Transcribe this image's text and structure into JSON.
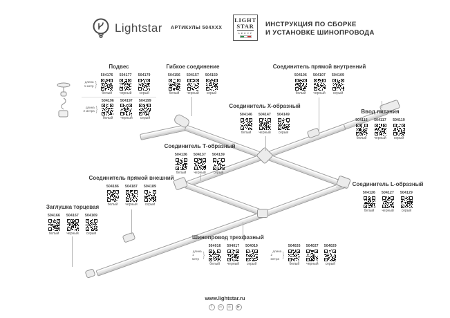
{
  "header": {
    "brand": "Lightstar",
    "articles_label": "АРТИКУЛЫ 504XXX",
    "group_logo": {
      "line1": "LIGHT",
      "line2": "STAR",
      "line3": "GROUP"
    },
    "title_line1": "ИНСТРУКЦИЯ ПО СБОРКЕ",
    "title_line2": "И УСТАНОВКЕ ШИНОПРОВОДА"
  },
  "colors": {
    "accent_text": "#3a3a3a",
    "line": "#b3b3b3"
  },
  "sections": [
    {
      "id": "podves",
      "title": "Подвес",
      "rows": [
        {
          "note": [
            "длина",
            "1 метр"
          ],
          "items": [
            {
              "article": "504176",
              "color": "белый"
            },
            {
              "article": "504177",
              "color": "черный"
            },
            {
              "article": "504179",
              "color": "серый"
            }
          ]
        },
        {
          "note": [
            "длина",
            "2 метра"
          ],
          "items": [
            {
              "article": "504196",
              "color": "белый"
            },
            {
              "article": "504197",
              "color": "черный"
            },
            {
              "article": "504199",
              "color": "серый"
            }
          ]
        }
      ]
    },
    {
      "id": "gibkoe",
      "title": "Гибкое соединение",
      "rows": [
        {
          "items": [
            {
              "article": "504156",
              "color": "белый"
            },
            {
              "article": "504157",
              "color": "черный"
            },
            {
              "article": "504159",
              "color": "серый"
            }
          ]
        }
      ]
    },
    {
      "id": "pryamoy-vnutrenniy",
      "title": "Соединитель прямой внутренний",
      "rows": [
        {
          "items": [
            {
              "article": "504106",
              "color": "белый"
            },
            {
              "article": "504107",
              "color": "черный"
            },
            {
              "article": "504109",
              "color": "серый"
            }
          ]
        }
      ]
    },
    {
      "id": "x-obrazny",
      "title": "Соединитель Х-образный",
      "rows": [
        {
          "items": [
            {
              "article": "504146",
              "color": "белый"
            },
            {
              "article": "504147",
              "color": "черный"
            },
            {
              "article": "504149",
              "color": "серый"
            }
          ]
        }
      ]
    },
    {
      "id": "vvod-pitaniya",
      "title": "Ввод питания",
      "rows": [
        {
          "items": [
            {
              "article": "504116",
              "color": "белый"
            },
            {
              "article": "504117",
              "color": "черный"
            },
            {
              "article": "504119",
              "color": "серый"
            }
          ]
        }
      ]
    },
    {
      "id": "t-obrazny",
      "title": "Соединитель Т-образный",
      "rows": [
        {
          "items": [
            {
              "article": "504136",
              "color": "белый"
            },
            {
              "article": "504137",
              "color": "черный"
            },
            {
              "article": "504139",
              "color": "серый"
            }
          ]
        }
      ]
    },
    {
      "id": "pryamoy-vneshniy",
      "title": "Соединитель прямой внешний",
      "rows": [
        {
          "items": [
            {
              "article": "504186",
              "color": "белый"
            },
            {
              "article": "504187",
              "color": "черный"
            },
            {
              "article": "504189",
              "color": "серый"
            }
          ]
        }
      ]
    },
    {
      "id": "l-obrazny",
      "title": "Соединитель L-образный",
      "rows": [
        {
          "items": [
            {
              "article": "504126",
              "color": "белый"
            },
            {
              "article": "504127",
              "color": "черный"
            },
            {
              "article": "504129",
              "color": "серый"
            }
          ]
        }
      ]
    },
    {
      "id": "zaglushka",
      "title": "Заглушка торцевая",
      "rows": [
        {
          "items": [
            {
              "article": "504166",
              "color": "белый"
            },
            {
              "article": "504167",
              "color": "черный"
            },
            {
              "article": "504169",
              "color": "серый"
            }
          ]
        }
      ]
    },
    {
      "id": "shinoprovod",
      "title": "Шинопровод трехфазный",
      "rows": [
        {
          "note": [
            "длина",
            "1 метр"
          ],
          "items": [
            {
              "article": "504016",
              "color": "белый"
            },
            {
              "article": "504017",
              "color": "черный"
            },
            {
              "article": "504019",
              "color": "серый"
            }
          ]
        },
        {
          "note": [
            "длина",
            "2 метра"
          ],
          "items": [
            {
              "article": "504026",
              "color": "белый"
            },
            {
              "article": "504027",
              "color": "черный"
            },
            {
              "article": "504029",
              "color": "серый"
            }
          ]
        }
      ]
    }
  ],
  "footer": {
    "url": "www.lightstar.ru",
    "social": [
      "facebook",
      "vk",
      "instagram",
      "youtube"
    ]
  }
}
